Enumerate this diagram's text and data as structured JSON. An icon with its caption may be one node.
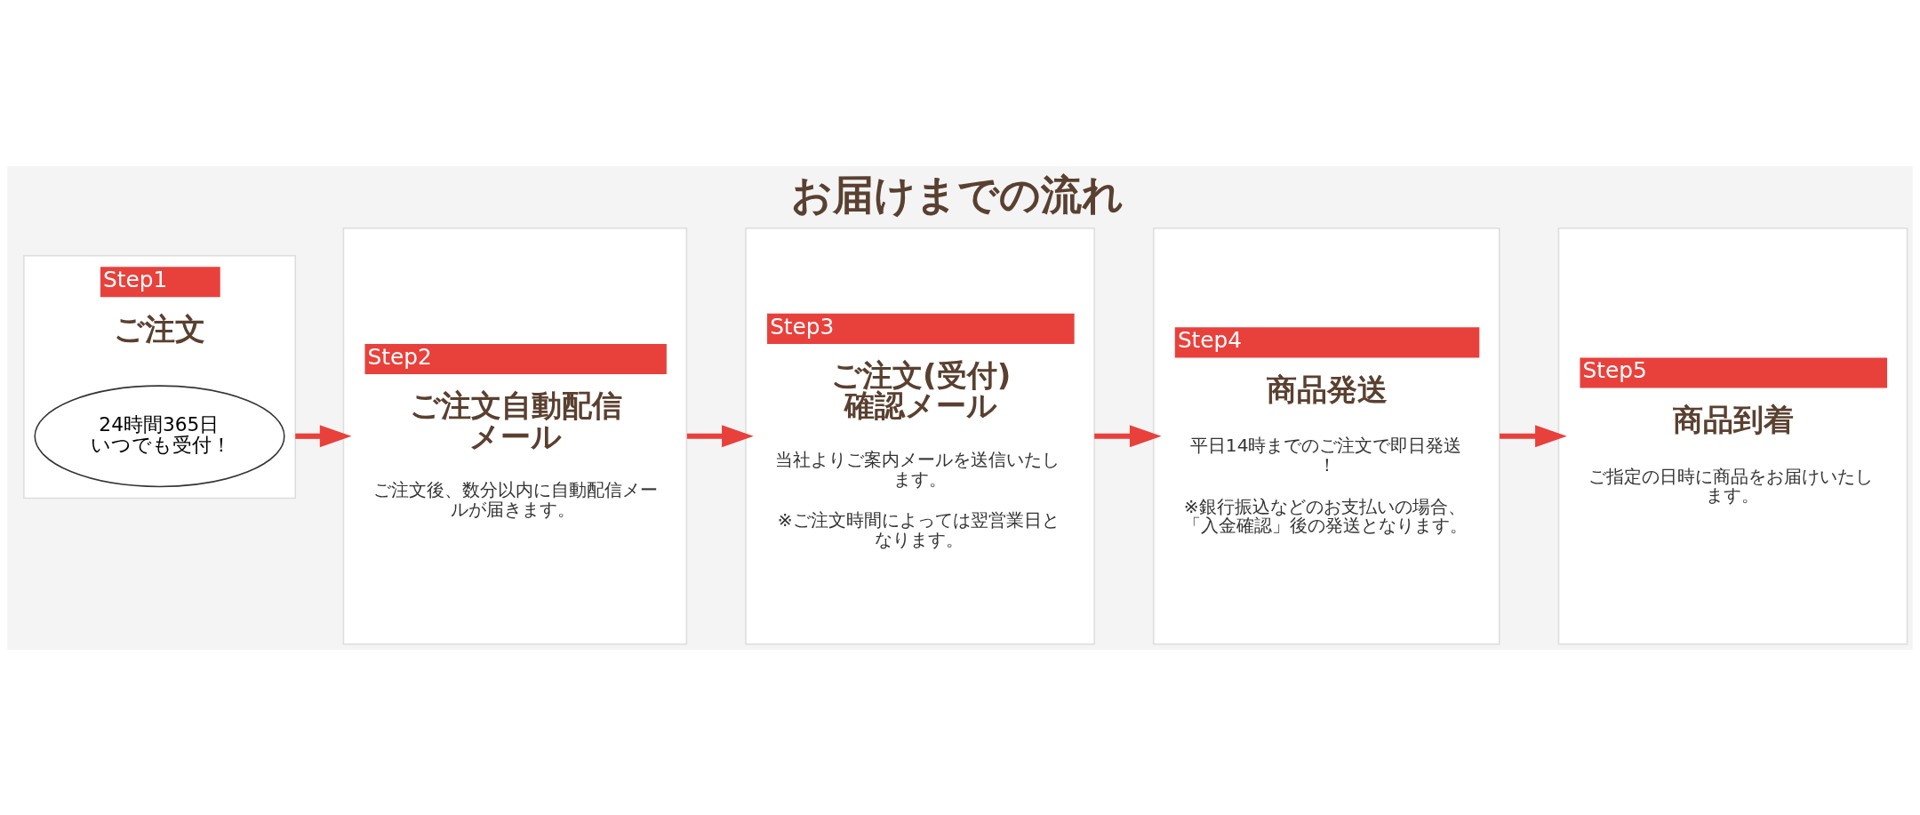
{
  "diagram": {
    "title": "お届けまでの流れ",
    "nodes": [
      {
        "text": [
          "Step1",
          "ご注文"
        ]
      },
      {
        "text": [
          "24時間365日いつでも受付！"
        ],
        "in": 0
      },
      {
        "text": [
          "Step2",
          "ご注文自動配信メール",
          "ご注文後、数分以内に自動配信メールが届きます。"
        ]
      },
      {
        "text": [
          "Step3",
          "ご注文(受付)確認メール",
          "当社よりご案内メールを送信いたします。",
          "※ご注文時間によっては翌営業日となります。"
        ]
      },
      {
        "text": [
          "Step4",
          "商品発送",
          "平日14時までのご注文で即日発送！",
          "※銀行振込などのお支払いの場合、「入金確認」後の発送となります。"
        ]
      },
      {
        "text": [
          "Step5",
          "商品到着",
          "ご指定の日時に商品をお届けいたします。"
        ]
      }
    ],
    "edges": [
      {
        "from": 0,
        "to": 2,
        "arrow": "to"
      },
      {
        "from": 2,
        "to": 3,
        "arrow": "to"
      },
      {
        "from": 3,
        "to": 4,
        "arrow": "to"
      },
      {
        "from": 4,
        "to": 5,
        "arrow": "to"
      }
    ]
  }
}
